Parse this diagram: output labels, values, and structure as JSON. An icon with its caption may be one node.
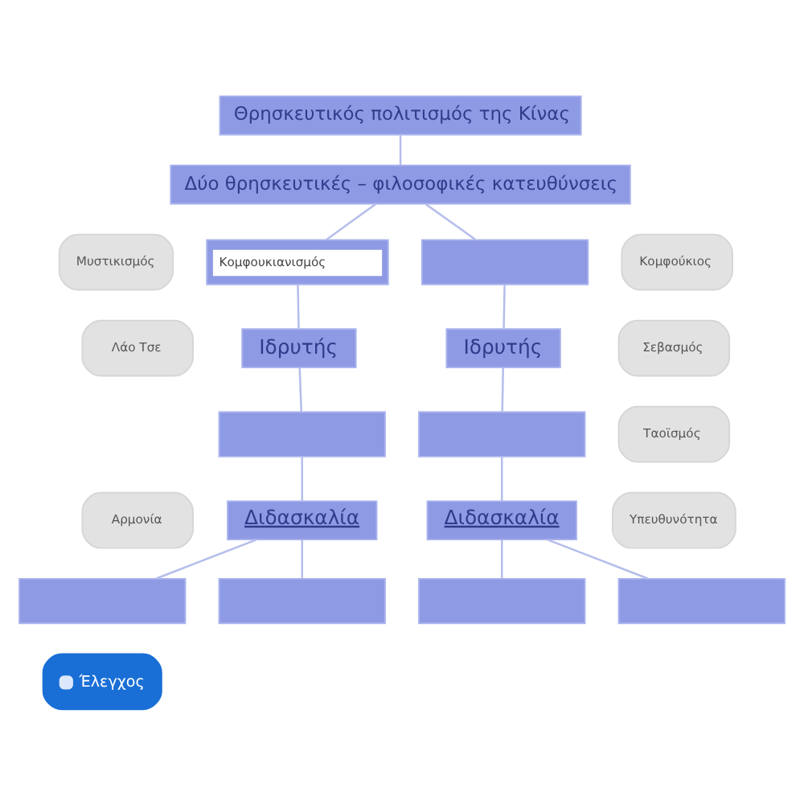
{
  "diagram": {
    "nodes": [
      {
        "text": [
          "Θρησκευτικός πολιτισμός της Κίνας"
        ]
      },
      {
        "text": [
          "Δύο θρησκευτικές – φιλοσοφικές κατευθύνσεις"
        ]
      },
      {
        "text": [
          "Μυστικισμός"
        ]
      },
      {
        "text": [
          "Κομφουκιανισμός"
        ]
      },
      {
        "text": [],
        "shape": "box"
      },
      {
        "text": [
          "Κομφούκιος"
        ]
      },
      {
        "text": [
          "Λάο Τσε"
        ]
      },
      {
        "text": [
          "Ιδρυτής"
        ]
      },
      {
        "text": [
          "Ιδρυτής"
        ]
      },
      {
        "text": [
          "Σεβασμός"
        ]
      },
      {
        "text": [],
        "shape": "box"
      },
      {
        "text": [],
        "shape": "box"
      },
      {
        "text": [
          "Ταοϊσμός"
        ]
      },
      {
        "text": [
          "Αρμονία"
        ]
      },
      {
        "text": [
          "Διδασκαλία"
        ]
      },
      {
        "text": [
          "Διδασκαλία"
        ]
      },
      {
        "text": [
          "Υπευθυνότητα"
        ]
      },
      {
        "text": [],
        "shape": "box"
      },
      {
        "text": [],
        "shape": "box"
      },
      {
        "text": [],
        "shape": "box"
      },
      {
        "text": [],
        "shape": "box"
      },
      {
        "text": [
          "Έλεγχος"
        ]
      }
    ],
    "edges": [
      {
        "from": 0,
        "to": 1,
        "arrow": "none"
      },
      {
        "from": 1,
        "to": 3,
        "arrow": "none"
      },
      {
        "from": 1,
        "to": 4,
        "arrow": "none"
      },
      {
        "from": 3,
        "to": 7,
        "arrow": "none"
      },
      {
        "from": 7,
        "to": 10,
        "arrow": "none"
      },
      {
        "from": 10,
        "to": 14,
        "arrow": "none"
      },
      {
        "from": 14,
        "to": 17,
        "arrow": "none"
      },
      {
        "from": 14,
        "to": 18,
        "arrow": "none"
      },
      {
        "from": 4,
        "to": 8,
        "arrow": "none"
      },
      {
        "from": 8,
        "to": 11,
        "arrow": "none"
      },
      {
        "from": 11,
        "to": 15,
        "arrow": "none"
      },
      {
        "from": 15,
        "to": 19,
        "arrow": "none"
      },
      {
        "from": 15,
        "to": 20,
        "arrow": "none"
      }
    ]
  }
}
